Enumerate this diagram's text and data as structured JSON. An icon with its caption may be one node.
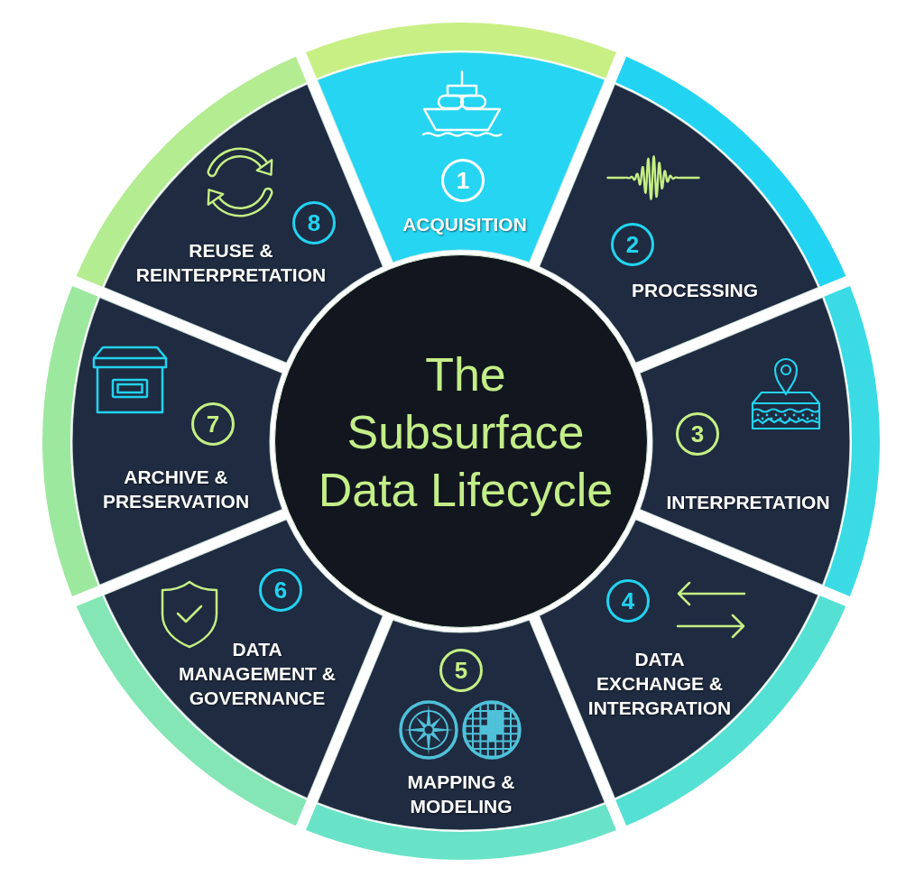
{
  "diagram": {
    "nodes": [
      {
        "text": [
          "The Subsurface Data Lifecycle"
        ]
      },
      {
        "text": [
          "ACQUISITION"
        ]
      },
      {
        "text": [
          "1"
        ],
        "in": 1
      },
      {
        "text": [
          "PROCESSING"
        ]
      },
      {
        "text": [
          "2"
        ],
        "in": 3
      },
      {
        "text": [
          "INTERPRETATION"
        ]
      },
      {
        "text": [
          "3"
        ],
        "in": 5
      },
      {
        "text": [
          "DATA EXCHANGE & INTERGRATION"
        ]
      },
      {
        "text": [
          "4"
        ]
      },
      {
        "text": [
          "MAPPING & MODELING"
        ]
      },
      {
        "text": [
          "5"
        ],
        "in": 9
      },
      {
        "text": [
          "DATA MANAGEMENT & GOVERNANCE"
        ]
      },
      {
        "text": [
          "6"
        ],
        "in": 11
      },
      {
        "text": [
          "ARCHIVE & PRESERVATION"
        ]
      },
      {
        "text": [
          "7"
        ],
        "in": 13
      },
      {
        "text": [
          "REUSE & REINTERPRETATION"
        ]
      },
      {
        "text": [
          "8"
        ],
        "in": 15
      }
    ]
  }
}
